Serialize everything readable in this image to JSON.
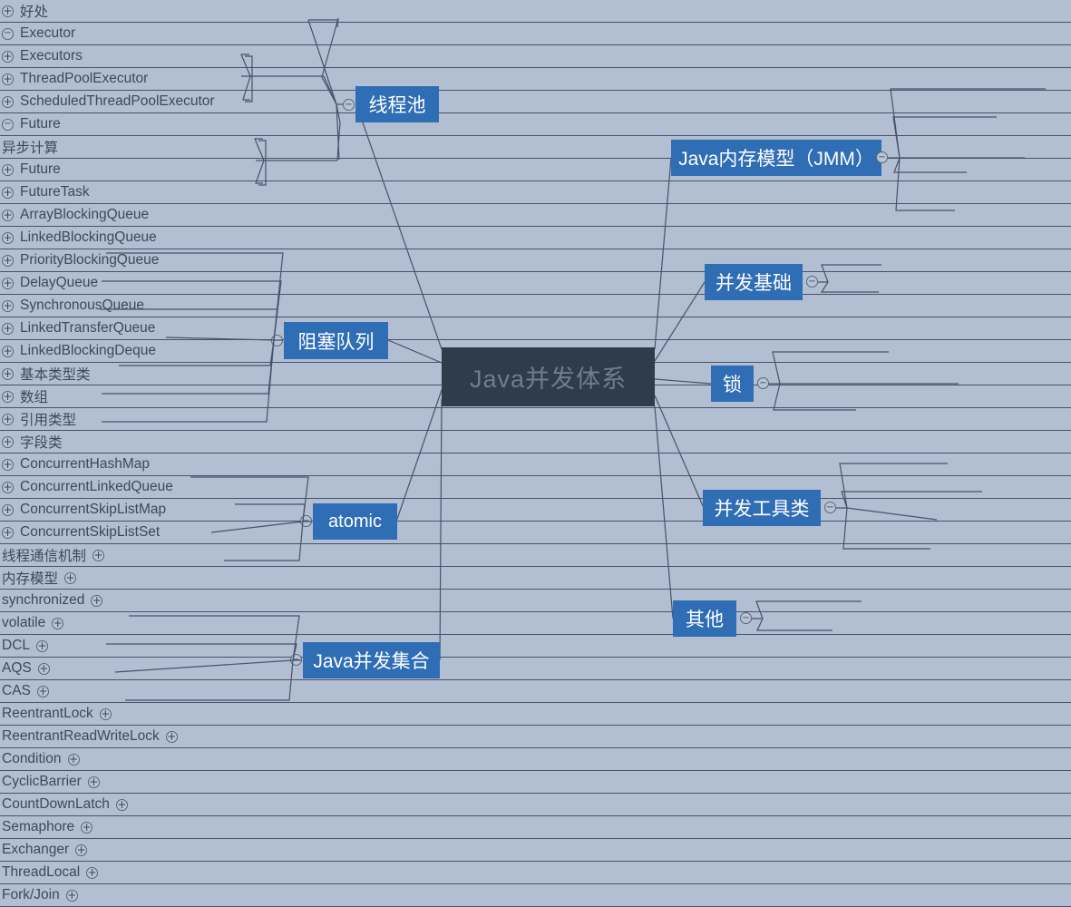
{
  "diagram": {
    "title": "Java并发体系",
    "type": "mindmap",
    "background_color": "#b2bed1",
    "root_color": "#2f3c4b",
    "topic_color": "#2f6db5",
    "leaf_text_color": "#3c4a5c",
    "line_color": "#46536a",
    "icons": {
      "expanded": "minus-circle-icon",
      "collapsed": "plus-circle-icon"
    }
  },
  "root": {
    "label": "Java并发体系",
    "state": "expanded"
  },
  "branches": [
    {
      "id": "thread-pool",
      "label": "线程池",
      "side": "left",
      "state": "expanded",
      "children": [
        {
          "label": "好处",
          "state": "collapsed"
        },
        {
          "label": "Executor",
          "state": "expanded",
          "children": [
            {
              "label": "Executors",
              "state": "collapsed"
            },
            {
              "label": "ThreadPoolExecutor",
              "state": "collapsed"
            },
            {
              "label": "ScheduledThreadPoolExecutor",
              "state": "collapsed"
            }
          ]
        },
        {
          "label": "Future",
          "state": "expanded",
          "children": [
            {
              "label": "异步计算",
              "state": "none"
            },
            {
              "label": "Future",
              "state": "collapsed"
            },
            {
              "label": "FutureTask",
              "state": "collapsed"
            }
          ]
        }
      ]
    },
    {
      "id": "blocking-queue",
      "label": "阻塞队列",
      "side": "left",
      "state": "expanded",
      "children": [
        {
          "label": "ArrayBlockingQueue",
          "state": "collapsed"
        },
        {
          "label": "LinkedBlockingQueue",
          "state": "collapsed"
        },
        {
          "label": "PriorityBlockingQueue",
          "state": "collapsed"
        },
        {
          "label": "DelayQueue",
          "state": "collapsed"
        },
        {
          "label": "SynchronousQueue",
          "state": "collapsed"
        },
        {
          "label": "LinkedTransferQueue",
          "state": "collapsed"
        },
        {
          "label": "LinkedBlockingDeque",
          "state": "collapsed"
        }
      ]
    },
    {
      "id": "atomic",
      "label": "atomic",
      "side": "left",
      "state": "expanded",
      "children": [
        {
          "label": "基本类型类",
          "state": "collapsed"
        },
        {
          "label": "数组",
          "state": "collapsed"
        },
        {
          "label": "引用类型",
          "state": "collapsed"
        },
        {
          "label": "字段类",
          "state": "collapsed"
        }
      ]
    },
    {
      "id": "java-concurrent-collections",
      "label": "Java并发集合",
      "side": "left",
      "state": "expanded",
      "children": [
        {
          "label": "ConcurrentHashMap",
          "state": "collapsed"
        },
        {
          "label": "ConcurrentLinkedQueue",
          "state": "collapsed"
        },
        {
          "label": "ConcurrentSkipListMap",
          "state": "collapsed"
        },
        {
          "label": "ConcurrentSkipListSet",
          "state": "collapsed"
        }
      ]
    },
    {
      "id": "jmm",
      "label": "Java内存模型（JMM）",
      "side": "right",
      "state": "expanded",
      "children": [
        {
          "label": "线程通信机制",
          "state": "collapsed"
        },
        {
          "label": "内存模型",
          "state": "collapsed"
        },
        {
          "label": "synchronized",
          "state": "collapsed"
        },
        {
          "label": "volatile",
          "state": "collapsed"
        },
        {
          "label": "DCL",
          "state": "collapsed"
        }
      ]
    },
    {
      "id": "concurrency-basics",
      "label": "并发基础",
      "side": "right",
      "state": "expanded",
      "children": [
        {
          "label": "AQS",
          "state": "collapsed"
        },
        {
          "label": "CAS",
          "state": "collapsed"
        }
      ]
    },
    {
      "id": "locks",
      "label": "锁",
      "side": "right",
      "state": "expanded",
      "children": [
        {
          "label": "ReentrantLock",
          "state": "collapsed"
        },
        {
          "label": "ReentrantReadWriteLock",
          "state": "collapsed"
        },
        {
          "label": "Condition",
          "state": "collapsed"
        }
      ]
    },
    {
      "id": "concurrency-tools",
      "label": "并发工具类",
      "side": "right",
      "state": "expanded",
      "children": [
        {
          "label": "CyclicBarrier",
          "state": "collapsed"
        },
        {
          "label": "CountDownLatch",
          "state": "collapsed"
        },
        {
          "label": "Semaphore",
          "state": "collapsed"
        },
        {
          "label": "Exchanger",
          "state": "collapsed"
        }
      ]
    },
    {
      "id": "others",
      "label": "其他",
      "side": "right",
      "state": "expanded",
      "children": [
        {
          "label": "ThreadLocal",
          "state": "collapsed"
        },
        {
          "label": "Fork/Join",
          "state": "collapsed"
        }
      ]
    }
  ]
}
